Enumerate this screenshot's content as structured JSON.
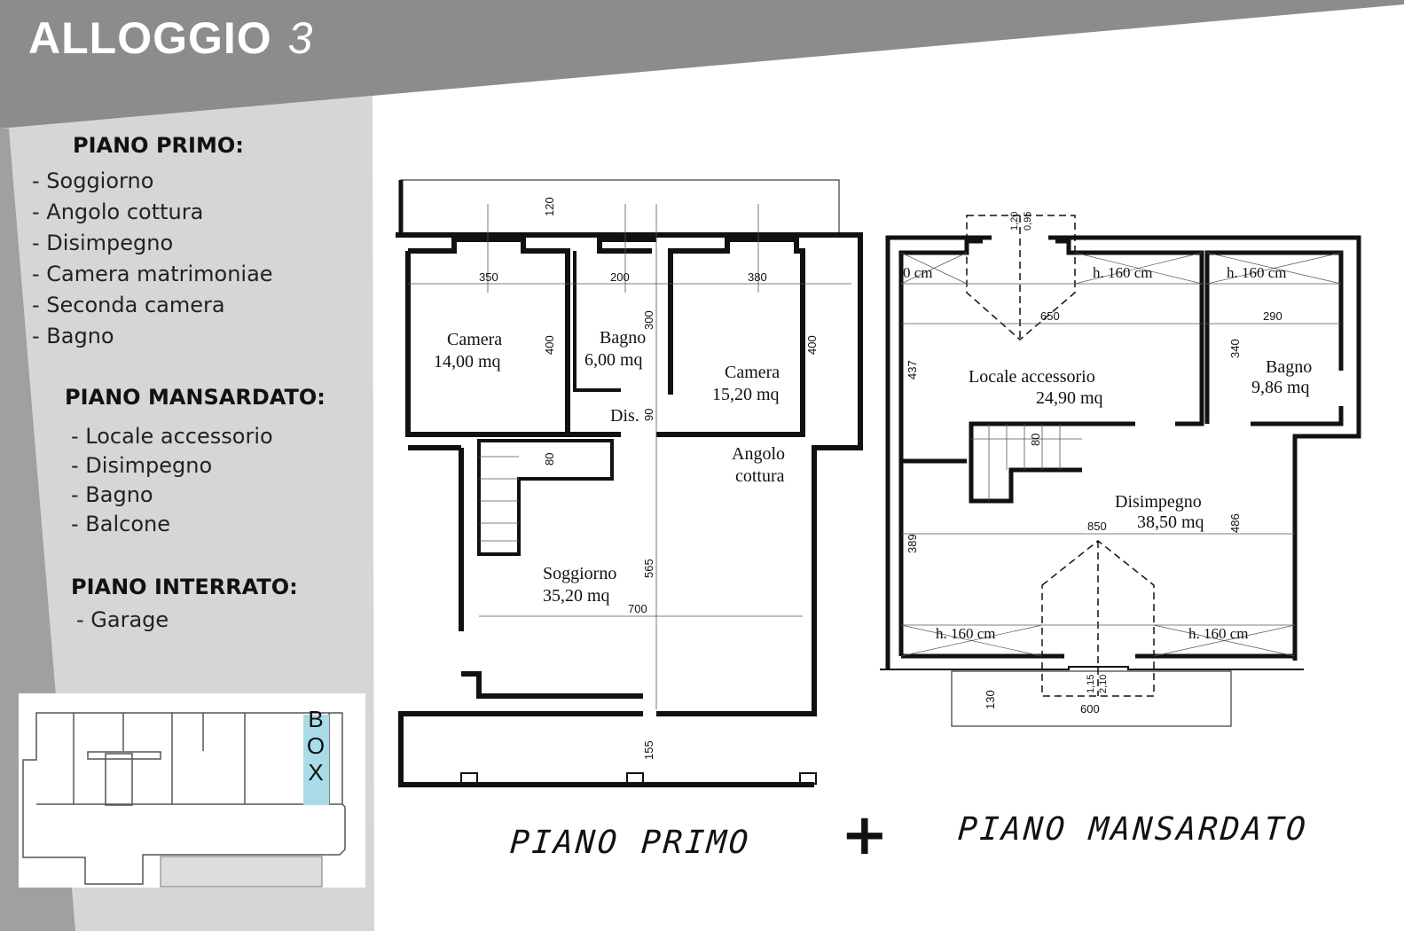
{
  "header": {
    "title": "ALLOGGIO",
    "number": "3"
  },
  "sidebar": {
    "sections": [
      {
        "title": "PIANO PRIMO:",
        "items": [
          "Soggiorno",
          "Angolo cottura",
          "Disimpegno",
          "Camera matrimoniae",
          "Seconda camera",
          "Bagno"
        ]
      },
      {
        "title": "PIANO MANSARDATO:",
        "items": [
          "Locale accessorio",
          "Disimpegno",
          "Bagno",
          "Balcone"
        ]
      },
      {
        "title": "PIANO INTERRATO:",
        "items": [
          "Garage"
        ]
      }
    ],
    "site_plan": {
      "box_label": "BOX",
      "box_color": "#a9dbe8"
    }
  },
  "plan_primo": {
    "caption": "PIANO PRIMO",
    "rooms": [
      {
        "name": "Camera",
        "area": "14,00 mq"
      },
      {
        "name": "Bagno",
        "area": "6,00 mq"
      },
      {
        "name": "Camera",
        "area": "15,20 mq"
      },
      {
        "name": "Dis."
      },
      {
        "name": "Angolo",
        "name2": "cottura"
      },
      {
        "name": "Soggiorno",
        "area": "35,20 mq"
      }
    ],
    "dimensions": [
      "120",
      "350",
      "200",
      "380",
      "400",
      "300",
      "400",
      "90",
      "80",
      "565",
      "700",
      "155"
    ]
  },
  "plus": "+",
  "plan_mansardato": {
    "caption": "PIANO MANSARDATO",
    "rooms": [
      {
        "name": "Locale accessorio",
        "area": "24,90 mq"
      },
      {
        "name": "Bagno",
        "area": "9,86 mq"
      },
      {
        "name": "Disimpegno",
        "area": "38,50 mq"
      }
    ],
    "heights": [
      "0 cm",
      "h. 160 cm",
      "h. 160 cm",
      "h. 160 cm",
      "h. 160 cm"
    ],
    "dimensions": [
      "1,20",
      "0,95",
      "650",
      "290",
      "437",
      "340",
      "80",
      "850",
      "486",
      "389",
      "130",
      "600",
      "1,15",
      "2,10"
    ]
  },
  "colors": {
    "banner": "#8c8c8c",
    "panel": "#d6d6d6",
    "panel_dark": "#9a9a9a",
    "wall": "#111111"
  }
}
